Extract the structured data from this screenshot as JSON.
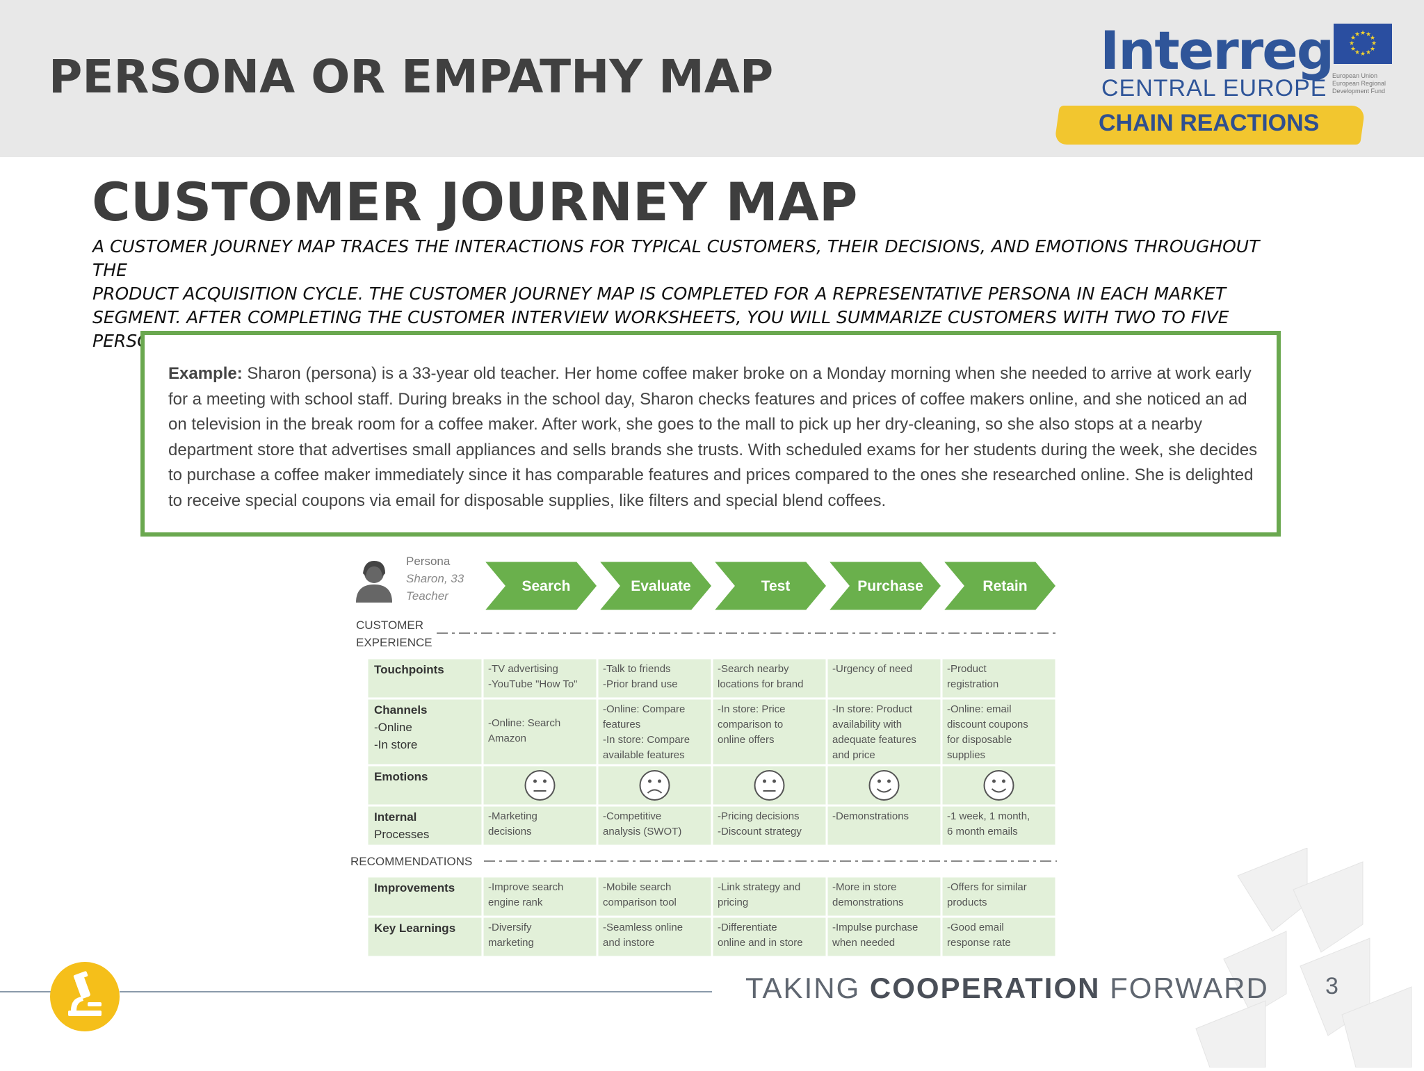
{
  "header": {
    "title": "PERSONA OR EMPATHY MAP"
  },
  "logo": {
    "word": "Interreg",
    "subtitle": "CENTRAL EUROPE",
    "band": "CHAIN REACTIONS",
    "eu_lines": [
      "European Union",
      "European Regional",
      "Development Fund"
    ],
    "brand_color": "#2f5599",
    "band_color": "#f2c62f"
  },
  "main": {
    "title": "CUSTOMER JOURNEY MAP",
    "intro": "A CUSTOMER JOURNEY MAP TRACES THE INTERACTIONS FOR TYPICAL CUSTOMERS, THEIR DECISIONS, AND EMOTIONS THROUGHOUT THE\nPRODUCT  ACQUISITION CYCLE. THE CUSTOMER JOURNEY MAP IS COMPLETED FOR A REPRESENTATIVE PERSONA IN EACH MARKET\nSEGMENT. AFTER  COMPLETING THE CUSTOMER INTERVIEW WORKSHEETS, YOU WILL SUMMARIZE CUSTOMERS WITH TWO TO FIVE\nPERSONAS."
  },
  "example": {
    "label": "Example:",
    "text": " Sharon (persona) is a 33-year old teacher. Her home coffee maker broke on a Monday morning when she needed to arrive at work early for a meeting with school staff. During breaks in the school day, Sharon checks features and prices of coffee makers online, and she noticed an ad on television in the break room for a coffee maker. After work, she goes to the mall to pick up her dry-cleaning, so she also stops at a nearby department store that advertises small appliances and sells brands she trusts. With scheduled exams for her students during the week, she decides to purchase a coffee maker immediately since it has comparable features and prices compared to the ones she researched online. She is delighted to receive special coupons via email for disposable supplies, like filters and special blend  coffees.",
    "border_color": "#6aa84f"
  },
  "journey": {
    "persona": {
      "label": "Persona",
      "name": "Sharon, 33",
      "role": "Teacher"
    },
    "stages": [
      "Search",
      "Evaluate",
      "Test",
      "Purchase",
      "Retain"
    ],
    "section_experience": [
      "CUSTOMER",
      "EXPERIENCE"
    ],
    "section_recommendations": "RECOMMENDATIONS",
    "experience_rows": [
      {
        "label": [
          "Touchpoints"
        ],
        "cells": [
          [
            "-TV advertising",
            "-YouTube \"How To\""
          ],
          [
            "-Talk to friends",
            "-Prior brand use"
          ],
          [
            "-Search nearby",
            "locations for brand"
          ],
          [
            "-Urgency of need"
          ],
          [
            "-Product",
            "registration"
          ]
        ]
      },
      {
        "label": [
          "Channels",
          "-Online",
          "-In store"
        ],
        "cells": [
          [
            "-Online:  Search",
            "Amazon"
          ],
          [
            "-Online:  Compare",
            "features",
            "-In store:  Compare",
            "available features"
          ],
          [
            "-In store: Price",
            "comparison to",
            "online offers"
          ],
          [
            "-In store:  Product",
            "availability with",
            "adequate features",
            "and price"
          ],
          [
            "-Online:  email",
            "discount coupons",
            "for disposable",
            "supplies"
          ]
        ]
      },
      {
        "label": [
          "Emotions"
        ],
        "emotions": [
          "neutral",
          "sad",
          "neutral",
          "happy",
          "happy"
        ]
      },
      {
        "label": [
          "Internal",
          "Processes"
        ],
        "cells": [
          [
            "-Marketing",
            "decisions"
          ],
          [
            "-Competitive",
            "analysis  (SWOT)"
          ],
          [
            "-Pricing decisions",
            "-Discount strategy"
          ],
          [
            "-Demonstrations"
          ],
          [
            "-1 week, 1 month,",
            "6 month emails"
          ]
        ]
      }
    ],
    "recommendation_rows": [
      {
        "label": [
          "Improvements"
        ],
        "cells": [
          [
            "-Improve search",
            "engine rank"
          ],
          [
            "-Mobile search",
            "comparison tool"
          ],
          [
            "-Link strategy and",
            "pricing"
          ],
          [
            "-More in store",
            "demonstrations"
          ],
          [
            "-Offers for similar",
            "products"
          ]
        ]
      },
      {
        "label": [
          "Key Learnings"
        ],
        "cells": [
          [
            "-Diversify",
            "marketing"
          ],
          [
            "-Seamless online",
            "and instore"
          ],
          [
            "-Differentiate",
            "online and in store"
          ],
          [
            "-Impulse purchase",
            "when needed"
          ],
          [
            "-Good email",
            "response  rate"
          ]
        ]
      }
    ],
    "stage_color": "#6ab04c",
    "cell_color": "#e2f0d9"
  },
  "footer": {
    "tagline_pre": "TAKING ",
    "tagline_bold": "COOPERATION",
    "tagline_post": " FORWARD",
    "page_number": "3",
    "icon_color": "#f5bf1a"
  }
}
